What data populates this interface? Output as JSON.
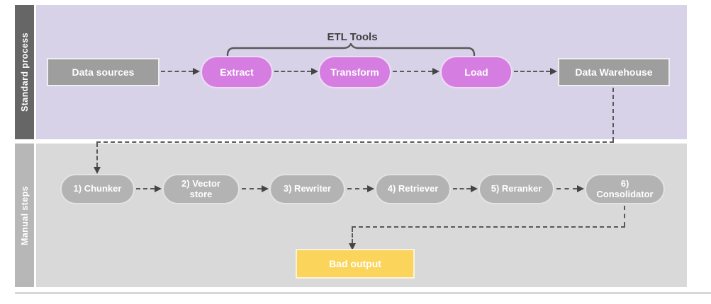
{
  "diagram": {
    "lanes": [
      {
        "label": "Standard process"
      },
      {
        "label": "Manual steps"
      }
    ],
    "standard_process": {
      "group_label": "ETL Tools",
      "nodes": [
        {
          "id": "data-sources",
          "label": "Data sources",
          "shape": "rect",
          "color": "#9e9e9e"
        },
        {
          "id": "extract",
          "label": "Extract",
          "shape": "pill",
          "color": "#d57de0"
        },
        {
          "id": "transform",
          "label": "Transform",
          "shape": "pill",
          "color": "#d57de0"
        },
        {
          "id": "load",
          "label": "Load",
          "shape": "pill",
          "color": "#d57de0"
        },
        {
          "id": "data-warehouse",
          "label": "Data Warehouse",
          "shape": "rect",
          "color": "#9e9e9e"
        }
      ],
      "flow": "Data sources -> Extract -> Transform -> Load -> Data Warehouse"
    },
    "manual_steps": {
      "nodes": [
        {
          "id": "chunker",
          "label": "1) Chunker",
          "shape": "pill",
          "color": "#b3b3b3"
        },
        {
          "id": "vector-store",
          "label": "2) Vector store",
          "shape": "pill",
          "color": "#b3b3b3"
        },
        {
          "id": "rewriter",
          "label": "3) Rewriter",
          "shape": "pill",
          "color": "#b3b3b3"
        },
        {
          "id": "retriever",
          "label": "4) Retriever",
          "shape": "pill",
          "color": "#b3b3b3"
        },
        {
          "id": "reranker",
          "label": "5) Reranker",
          "shape": "pill",
          "color": "#b3b3b3"
        },
        {
          "id": "consolidator",
          "label": "6) Consolidator",
          "shape": "pill",
          "color": "#b3b3b3"
        },
        {
          "id": "bad-output",
          "label": "Bad output",
          "shape": "rect",
          "color": "#fbd45c"
        }
      ],
      "flow": "Data Warehouse -> 1) Chunker -> 2) Vector store -> 3) Rewriter -> 4) Retriever -> 5) Reranker -> 6) Consolidator -> Bad output"
    },
    "colors": {
      "lane1_bg": "#d8d2e9",
      "lane1_label_bg": "#666666",
      "lane2_bg": "#d9d9d9",
      "lane2_label_bg": "#b7b7b7",
      "etl_pill": "#d57de0",
      "gray_box": "#9e9e9e",
      "manual_pill": "#b3b3b3",
      "bad_output_bg": "#fbd45c",
      "connector": "#595959"
    }
  }
}
